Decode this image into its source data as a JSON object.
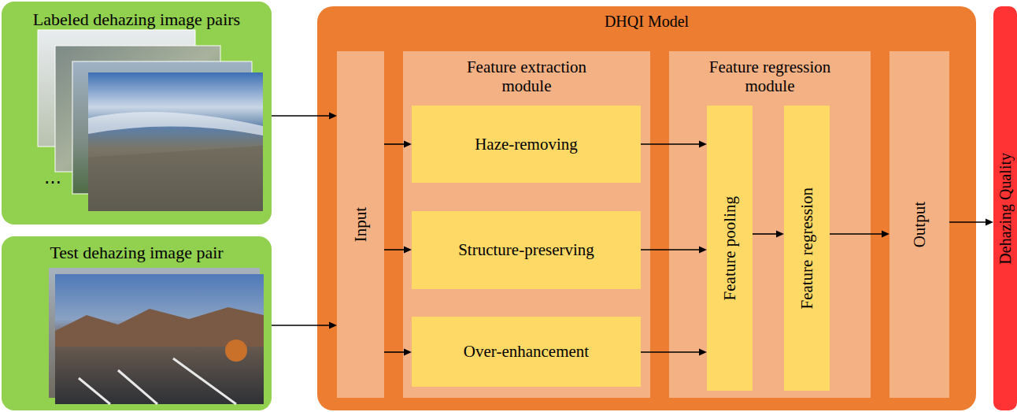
{
  "diagram": {
    "nodes": [
      {
        "text": [
          "Labeled dehazing image pairs"
        ]
      },
      {
        "text": [
          "Test dehazing image pair"
        ]
      },
      {
        "text": [
          "DHQI Model"
        ]
      },
      {
        "text": [
          "Input"
        ],
        "in": 2
      },
      {
        "text": [
          "Feature extraction module"
        ],
        "in": 2
      },
      {
        "text": [
          "Haze-removing"
        ],
        "in": 4
      },
      {
        "text": [
          "Structure-preserving"
        ],
        "in": 4
      },
      {
        "text": [
          "Over-enhancement"
        ],
        "in": 4
      },
      {
        "text": [
          "Feature regression module"
        ],
        "in": 2
      },
      {
        "text": [
          "Feature pooling"
        ],
        "in": 8
      },
      {
        "text": [
          "Feature regression"
        ],
        "in": 8
      },
      {
        "text": [
          "Output"
        ],
        "in": 2
      },
      {
        "text": [
          "Dehazing Quality"
        ]
      }
    ],
    "edges": [
      {
        "from": 0,
        "to": 3,
        "arrow": "to"
      },
      {
        "from": 1,
        "to": 3,
        "arrow": "to"
      },
      {
        "from": 3,
        "to": 5,
        "arrow": "to"
      },
      {
        "from": 3,
        "to": 6,
        "arrow": "to"
      },
      {
        "from": 3,
        "to": 7,
        "arrow": "to"
      },
      {
        "from": 5,
        "to": 9,
        "arrow": "to"
      },
      {
        "from": 6,
        "to": 9,
        "arrow": "to"
      },
      {
        "from": 7,
        "to": 9,
        "arrow": "to"
      },
      {
        "from": 9,
        "to": 10,
        "arrow": "to"
      },
      {
        "from": 10,
        "to": 11,
        "arrow": "to"
      },
      {
        "from": 11,
        "to": 12,
        "arrow": "to"
      }
    ],
    "labels": [
      "⋯"
    ]
  }
}
